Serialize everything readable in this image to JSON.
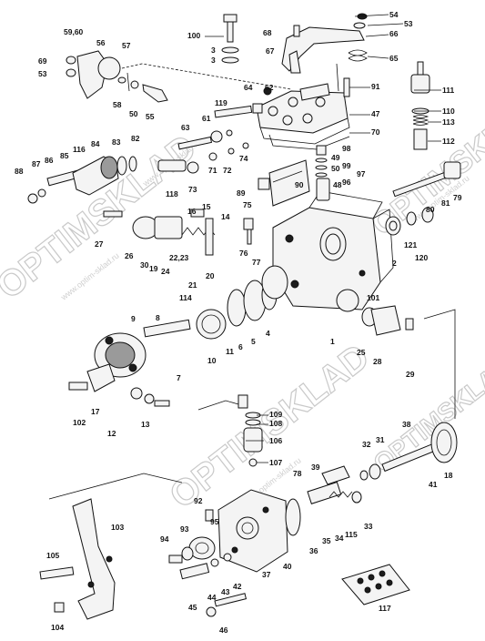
{
  "watermark": {
    "brand": "OPTIMSKLAD",
    "site": "www.optim-sklad.ru"
  },
  "callouts": [
    "100",
    "3",
    "3",
    "68",
    "54",
    "53",
    "66",
    "65",
    "67",
    "59,60",
    "56",
    "57",
    "69",
    "53",
    "58",
    "50",
    "55",
    "119",
    "64",
    "62",
    "91",
    "47",
    "63",
    "61",
    "70",
    "111",
    "110",
    "113",
    "112",
    "88",
    "87",
    "86",
    "85",
    "116",
    "84",
    "83",
    "82",
    "71",
    "72",
    "74",
    "118",
    "73",
    "89",
    "90",
    "75",
    "98",
    "49",
    "50",
    "99",
    "97",
    "96",
    "48",
    "101",
    "81",
    "79",
    "80",
    "121",
    "120",
    "2",
    "27",
    "26",
    "30",
    "19",
    "24",
    "16",
    "15",
    "14",
    "22,23",
    "76",
    "77",
    "21",
    "20",
    "114",
    "5",
    "4",
    "6",
    "11",
    "10",
    "8",
    "9",
    "7",
    "102",
    "17",
    "12",
    "13",
    "1",
    "25",
    "28",
    "29",
    "109",
    "108",
    "106",
    "107",
    "32",
    "31",
    "38",
    "18",
    "41",
    "78",
    "39",
    "92",
    "93",
    "95",
    "94",
    "40",
    "36",
    "35",
    "34",
    "115",
    "33",
    "37",
    "42",
    "43",
    "44",
    "45",
    "46",
    "103",
    "105",
    "104",
    "117"
  ]
}
